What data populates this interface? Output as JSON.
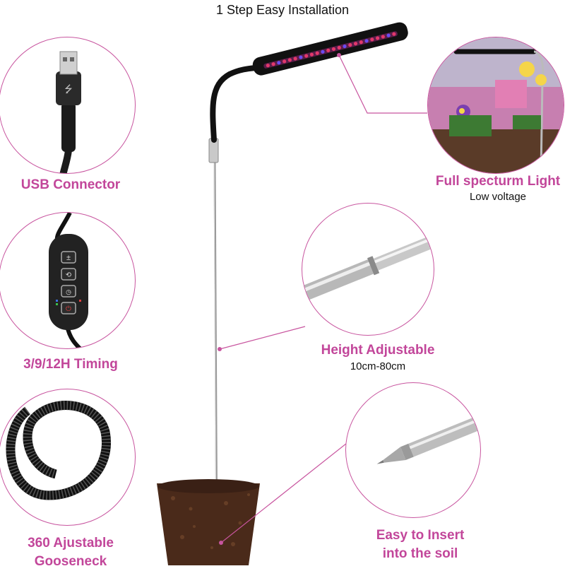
{
  "title": "1 Step Easy Installation",
  "features": {
    "usb": {
      "label": "USB Connector"
    },
    "timing": {
      "label": "3/9/12H Timing"
    },
    "gooseneck": {
      "line1": "360 Ajustable",
      "line2": "Gooseneck"
    },
    "light": {
      "label": "Full specturm Light",
      "sub": "Low voltage"
    },
    "height": {
      "label": "Height Adjustable",
      "sub": "10cm-80cm"
    },
    "insert": {
      "line1": "Easy to Insert",
      "line2": "into the soil"
    }
  },
  "colors": {
    "accent": "#c2469a",
    "line": "#c8559f",
    "lamp_body": "#111111",
    "soil": "#4a2a1a"
  }
}
